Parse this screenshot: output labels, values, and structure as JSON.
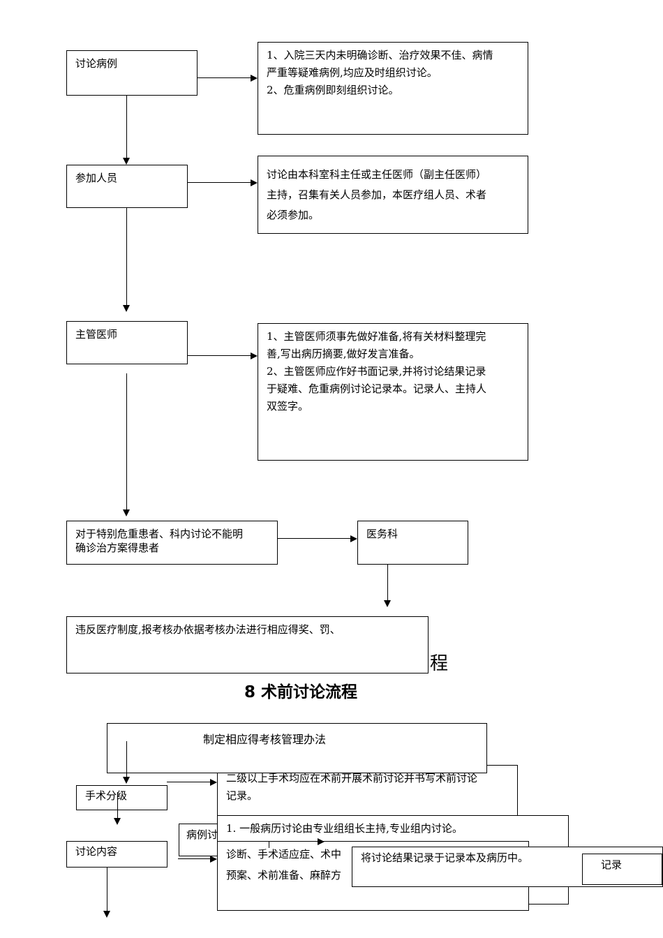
{
  "flow1": {
    "discuss_case": "讨论病例",
    "discuss_case_note": [
      "1、入院三天内未明确诊断、治疗效果不佳、病情",
      "严重等疑难病例,均应及时组织讨论。",
      "2、危重病例即刻组织讨论。"
    ],
    "participants": "参加人员",
    "participants_note": [
      "讨论由本科室科主任或主任医师（副主任医师）",
      "主持，召集有关人员参加，本医疗组人员、术者",
      "必须参加。"
    ],
    "attending": "主管医师",
    "attending_note": [
      "1、主管医师须事先做好准备,将有关材料整理完",
      "善,写出病历摘要,做好发言准备。",
      "2、主管医师应作好书面记录,并将讨论结果记录",
      "于疑难、危重病例讨论记录本。记录人、主持人",
      "双签字。"
    ],
    "special": [
      "对于特别危重患者、科内讨论不能明",
      "确诊治方案得患者"
    ],
    "medical_affairs": "医务科",
    "violation": "违反医疗制度,报考核办依据考核办法进行相应得奖、罚、",
    "hidden_char": "程"
  },
  "section_title": "8  术前讨论流程",
  "flow2": {
    "management": "制定相应得考核管理办法",
    "grading": "手术分级",
    "grading_note": [
      "二级以上手术均应在术前开展术前讨论并书写术前讨论",
      "记录。"
    ],
    "case_discuss": "病例讨",
    "content": "讨论内容",
    "general_note": "1.   一般病历讨论由专业组组长主持,专业组内讨论。",
    "content_note": [
      "诊断、手术适应症、术中",
      "预案、术前准备、麻醉方"
    ],
    "record_note": "将讨论结果记录于记录本及病历中。",
    "record": "记录"
  }
}
